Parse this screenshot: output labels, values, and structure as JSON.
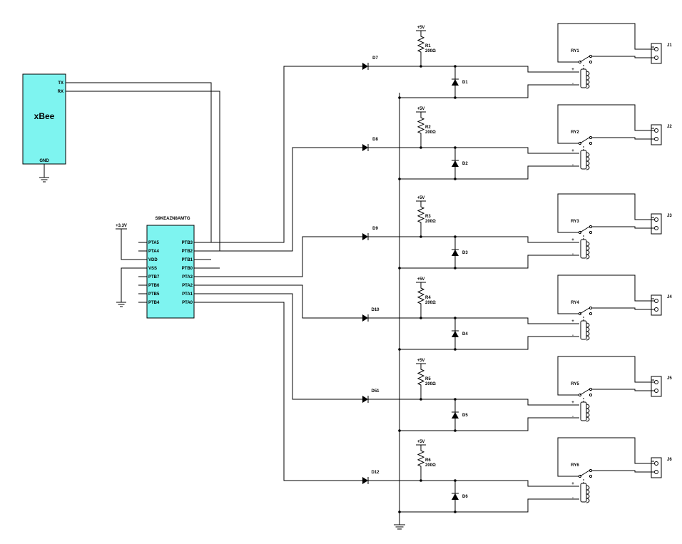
{
  "xbee": {
    "title": "xBee",
    "pin_tx": "TX",
    "pin_rx": "RX",
    "pin_gnd": "GND",
    "color": "#7ef4f0"
  },
  "mcu": {
    "part": "S9KEAZN8AMTG",
    "color": "#7ef4f0",
    "left_pins": [
      "PTA5",
      "PTA4",
      "VDD",
      "VSS",
      "PTB7",
      "PTB6",
      "PTB5",
      "PTB4"
    ],
    "right_pins": [
      "PTB3",
      "PTB2",
      "PTB1",
      "PTB0",
      "PTA3",
      "PTA2",
      "PTA1",
      "PTA0"
    ]
  },
  "supply": {
    "mcu_rail": "+3.3V",
    "relay_rail": "+5V"
  },
  "channels": [
    {
      "led": "D7",
      "resistor": "R1",
      "resistor_value": "200Ω",
      "flyback": "D1",
      "relay": "RY1",
      "connector": "J1",
      "coil_plus": "+",
      "coil_minus": "-"
    },
    {
      "led": "D8",
      "resistor": "R2",
      "resistor_value": "200Ω",
      "flyback": "D2",
      "relay": "RY2",
      "connector": "J2",
      "coil_plus": "+",
      "coil_minus": "-"
    },
    {
      "led": "D9",
      "resistor": "R3",
      "resistor_value": "200Ω",
      "flyback": "D3",
      "relay": "RY3",
      "connector": "J3",
      "coil_plus": "+",
      "coil_minus": "-"
    },
    {
      "led": "D10",
      "resistor": "R4",
      "resistor_value": "200Ω",
      "flyback": "D4",
      "relay": "RY4",
      "connector": "J4",
      "coil_plus": "+",
      "coil_minus": "-"
    },
    {
      "led": "D51",
      "resistor": "R5",
      "resistor_value": "200Ω",
      "flyback": "D5",
      "relay": "RY5",
      "connector": "J5",
      "coil_plus": "+",
      "coil_minus": "-"
    },
    {
      "led": "D12",
      "resistor": "R6",
      "resistor_value": "200Ω",
      "flyback": "D6",
      "relay": "RY6",
      "connector": "J6",
      "coil_plus": "+",
      "coil_minus": "-"
    }
  ]
}
